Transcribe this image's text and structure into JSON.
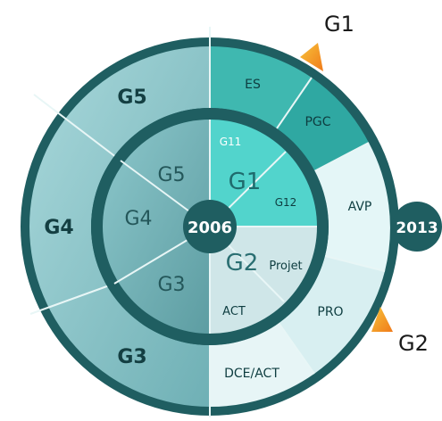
{
  "center": {
    "label": "2006"
  },
  "end_badge": {
    "label": "2013"
  },
  "markers": {
    "g1": "G1",
    "g2": "G2"
  },
  "outer_ring": {
    "es": "ES",
    "pgc": "PGC",
    "avp": "AVP",
    "pro": "PRO",
    "dce_act": "DCE/ACT",
    "g3": "G3",
    "g4": "G4",
    "g5": "G5"
  },
  "inner_ring": {
    "g11": "G11",
    "g1": "G1",
    "g12": "G12",
    "g2": "G2",
    "projet": "Projet",
    "act": "ACT",
    "g3": "G3",
    "g4": "G4",
    "g5": "G5"
  },
  "colors": {
    "dark_ring": "#1f5e61",
    "g1_outer": "#3fb8b0",
    "g1_inner": "#52d4cc",
    "g2_outer": "#dff3f5",
    "g2_inner": "#cfe8ea",
    "g345_outer": "#9ed0d3",
    "g345_inner": "#7fbcc0",
    "marker": "#f5a623"
  }
}
